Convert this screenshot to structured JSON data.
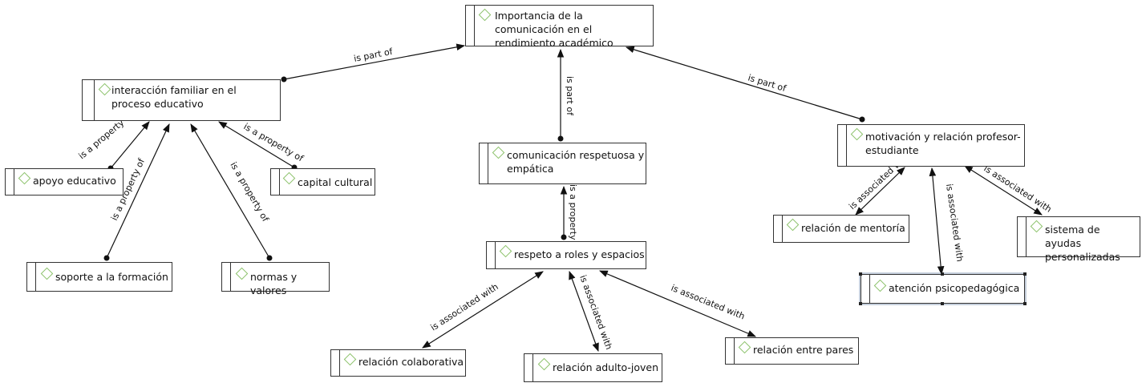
{
  "nodes": {
    "main": "Importancia de la comunicación en el rendimiento académico",
    "familiar": "interacción familiar en el proceso educativo",
    "apoyo": "apoyo educativo",
    "capital": "capital cultural",
    "soporte": "soporte a la formación",
    "normas": "normas y valores",
    "respetuosa": "comunicación respetuosa y empática",
    "roles": "respeto a roles y espacios",
    "colaborativa": "relación colaborativa",
    "adulto": "relación adulto-joven",
    "pares": "relación entre pares",
    "motivacion": "motivación y relación profesor-estudiante",
    "mentoria": "relación de mentoría",
    "ayudas": "sistema de ayudas personalizadas",
    "atencion": "atención psicopedagógica"
  },
  "links": {
    "part_of": "is part of",
    "property_of": "is a property of",
    "associated_with": "is associated with"
  },
  "colors": {
    "node_border": "#333333",
    "icon_diamond": "#8cc26b",
    "selection_outline": "#c5cfdc"
  }
}
